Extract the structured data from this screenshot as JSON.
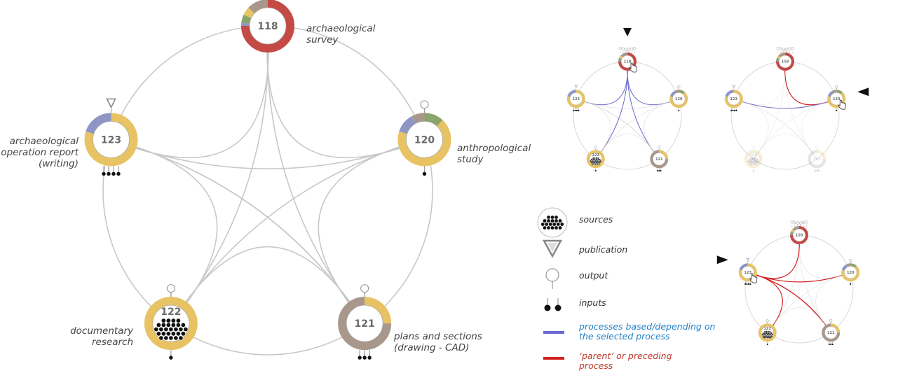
{
  "colors": {
    "yellow": "#e8c364",
    "brown": "#a8978a",
    "red": "#c44a45",
    "blue": "#8e96c6",
    "green": "#8ba46b",
    "grey_link": "#c8c8c8",
    "highlight_blue": "#6666c8",
    "highlight_red": "#d42020"
  },
  "processes": [
    {
      "id": "118",
      "label": "archaeological survey",
      "label_lines": [
        "archaeological",
        "survey"
      ],
      "outputs": 6,
      "inputs": 0,
      "publication": false,
      "sources": 0,
      "segments": [
        {
          "color": "red",
          "value": 0.75
        },
        {
          "color": "blue",
          "value": 0.02
        },
        {
          "color": "green",
          "value": 0.05
        },
        {
          "color": "yellow",
          "value": 0.05
        },
        {
          "color": "brown",
          "value": 0.13
        }
      ]
    },
    {
      "id": "120",
      "label": "anthropological study",
      "label_lines": [
        "anthropological",
        "study"
      ],
      "outputs": 1,
      "inputs": 1,
      "publication": false,
      "sources": 0,
      "segments": [
        {
          "color": "green",
          "value": 0.12
        },
        {
          "color": "yellow",
          "value": 0.68
        },
        {
          "color": "blue",
          "value": 0.12
        },
        {
          "color": "brown",
          "value": 0.08
        }
      ]
    },
    {
      "id": "121",
      "label": "plans and sections (drawing - CAD)",
      "label_lines": [
        "plans and sections",
        "(drawing - CAD)"
      ],
      "outputs": 1,
      "inputs": 3,
      "publication": false,
      "sources": 0,
      "segments": [
        {
          "color": "yellow",
          "value": 0.25
        },
        {
          "color": "brown",
          "value": 0.75
        }
      ]
    },
    {
      "id": "122",
      "label": "documentary research",
      "label_lines": [
        "documentary",
        "research"
      ],
      "outputs": 1,
      "inputs": 1,
      "publication": false,
      "sources": 28,
      "segments": [
        {
          "color": "yellow",
          "value": 1.0
        }
      ]
    },
    {
      "id": "123",
      "label": "archaeological operation report (writing)",
      "label_lines": [
        "archaeological",
        "operation report",
        "(writing)"
      ],
      "outputs": 0,
      "inputs": 4,
      "publication": true,
      "sources": 0,
      "segments": [
        {
          "color": "yellow",
          "value": 0.8
        },
        {
          "color": "blue",
          "value": 0.2
        }
      ]
    }
  ],
  "legend": {
    "sources": "sources",
    "publication": "publication",
    "output": "output",
    "inputs": "inputs",
    "blue_line_label_1": "processes based/depending on",
    "blue_line_label_2": "the selected process",
    "red_line_label_1": "‘parent’ or preceding",
    "red_line_label_2": "process"
  },
  "icons": {
    "pointer": "pointer-arrow-icon",
    "cursor": "hand-cursor-icon"
  }
}
